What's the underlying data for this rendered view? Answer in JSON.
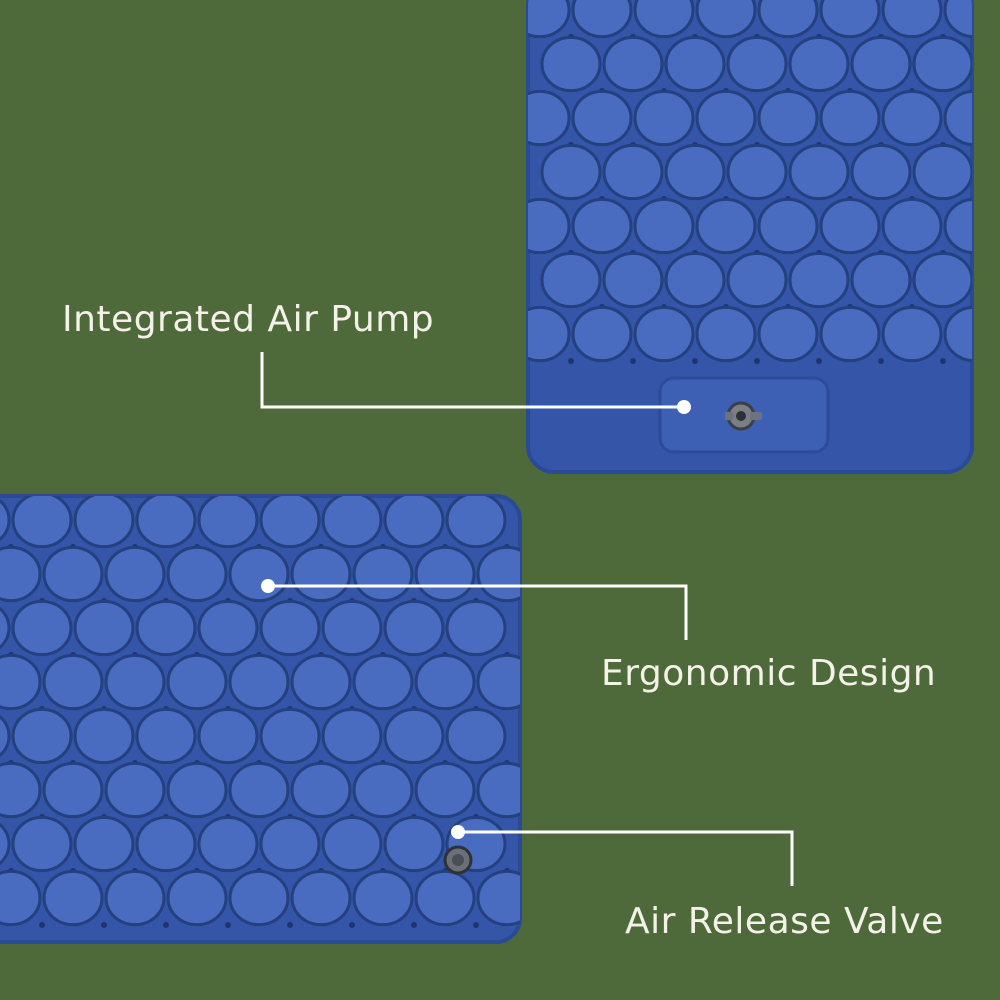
{
  "image": {
    "background_color": "#4f6a3a",
    "mat_color": "#3556a8",
    "mat_shadow_color": "#23407f",
    "mat_highlight_color": "#4a6cc0",
    "line_color": "#ffffff"
  },
  "callouts": [
    {
      "id": "pump",
      "label": "Integrated Air Pump"
    },
    {
      "id": "ergo",
      "label": "Ergonomic Design"
    },
    {
      "id": "valve",
      "label": "Air Release Valve"
    }
  ]
}
